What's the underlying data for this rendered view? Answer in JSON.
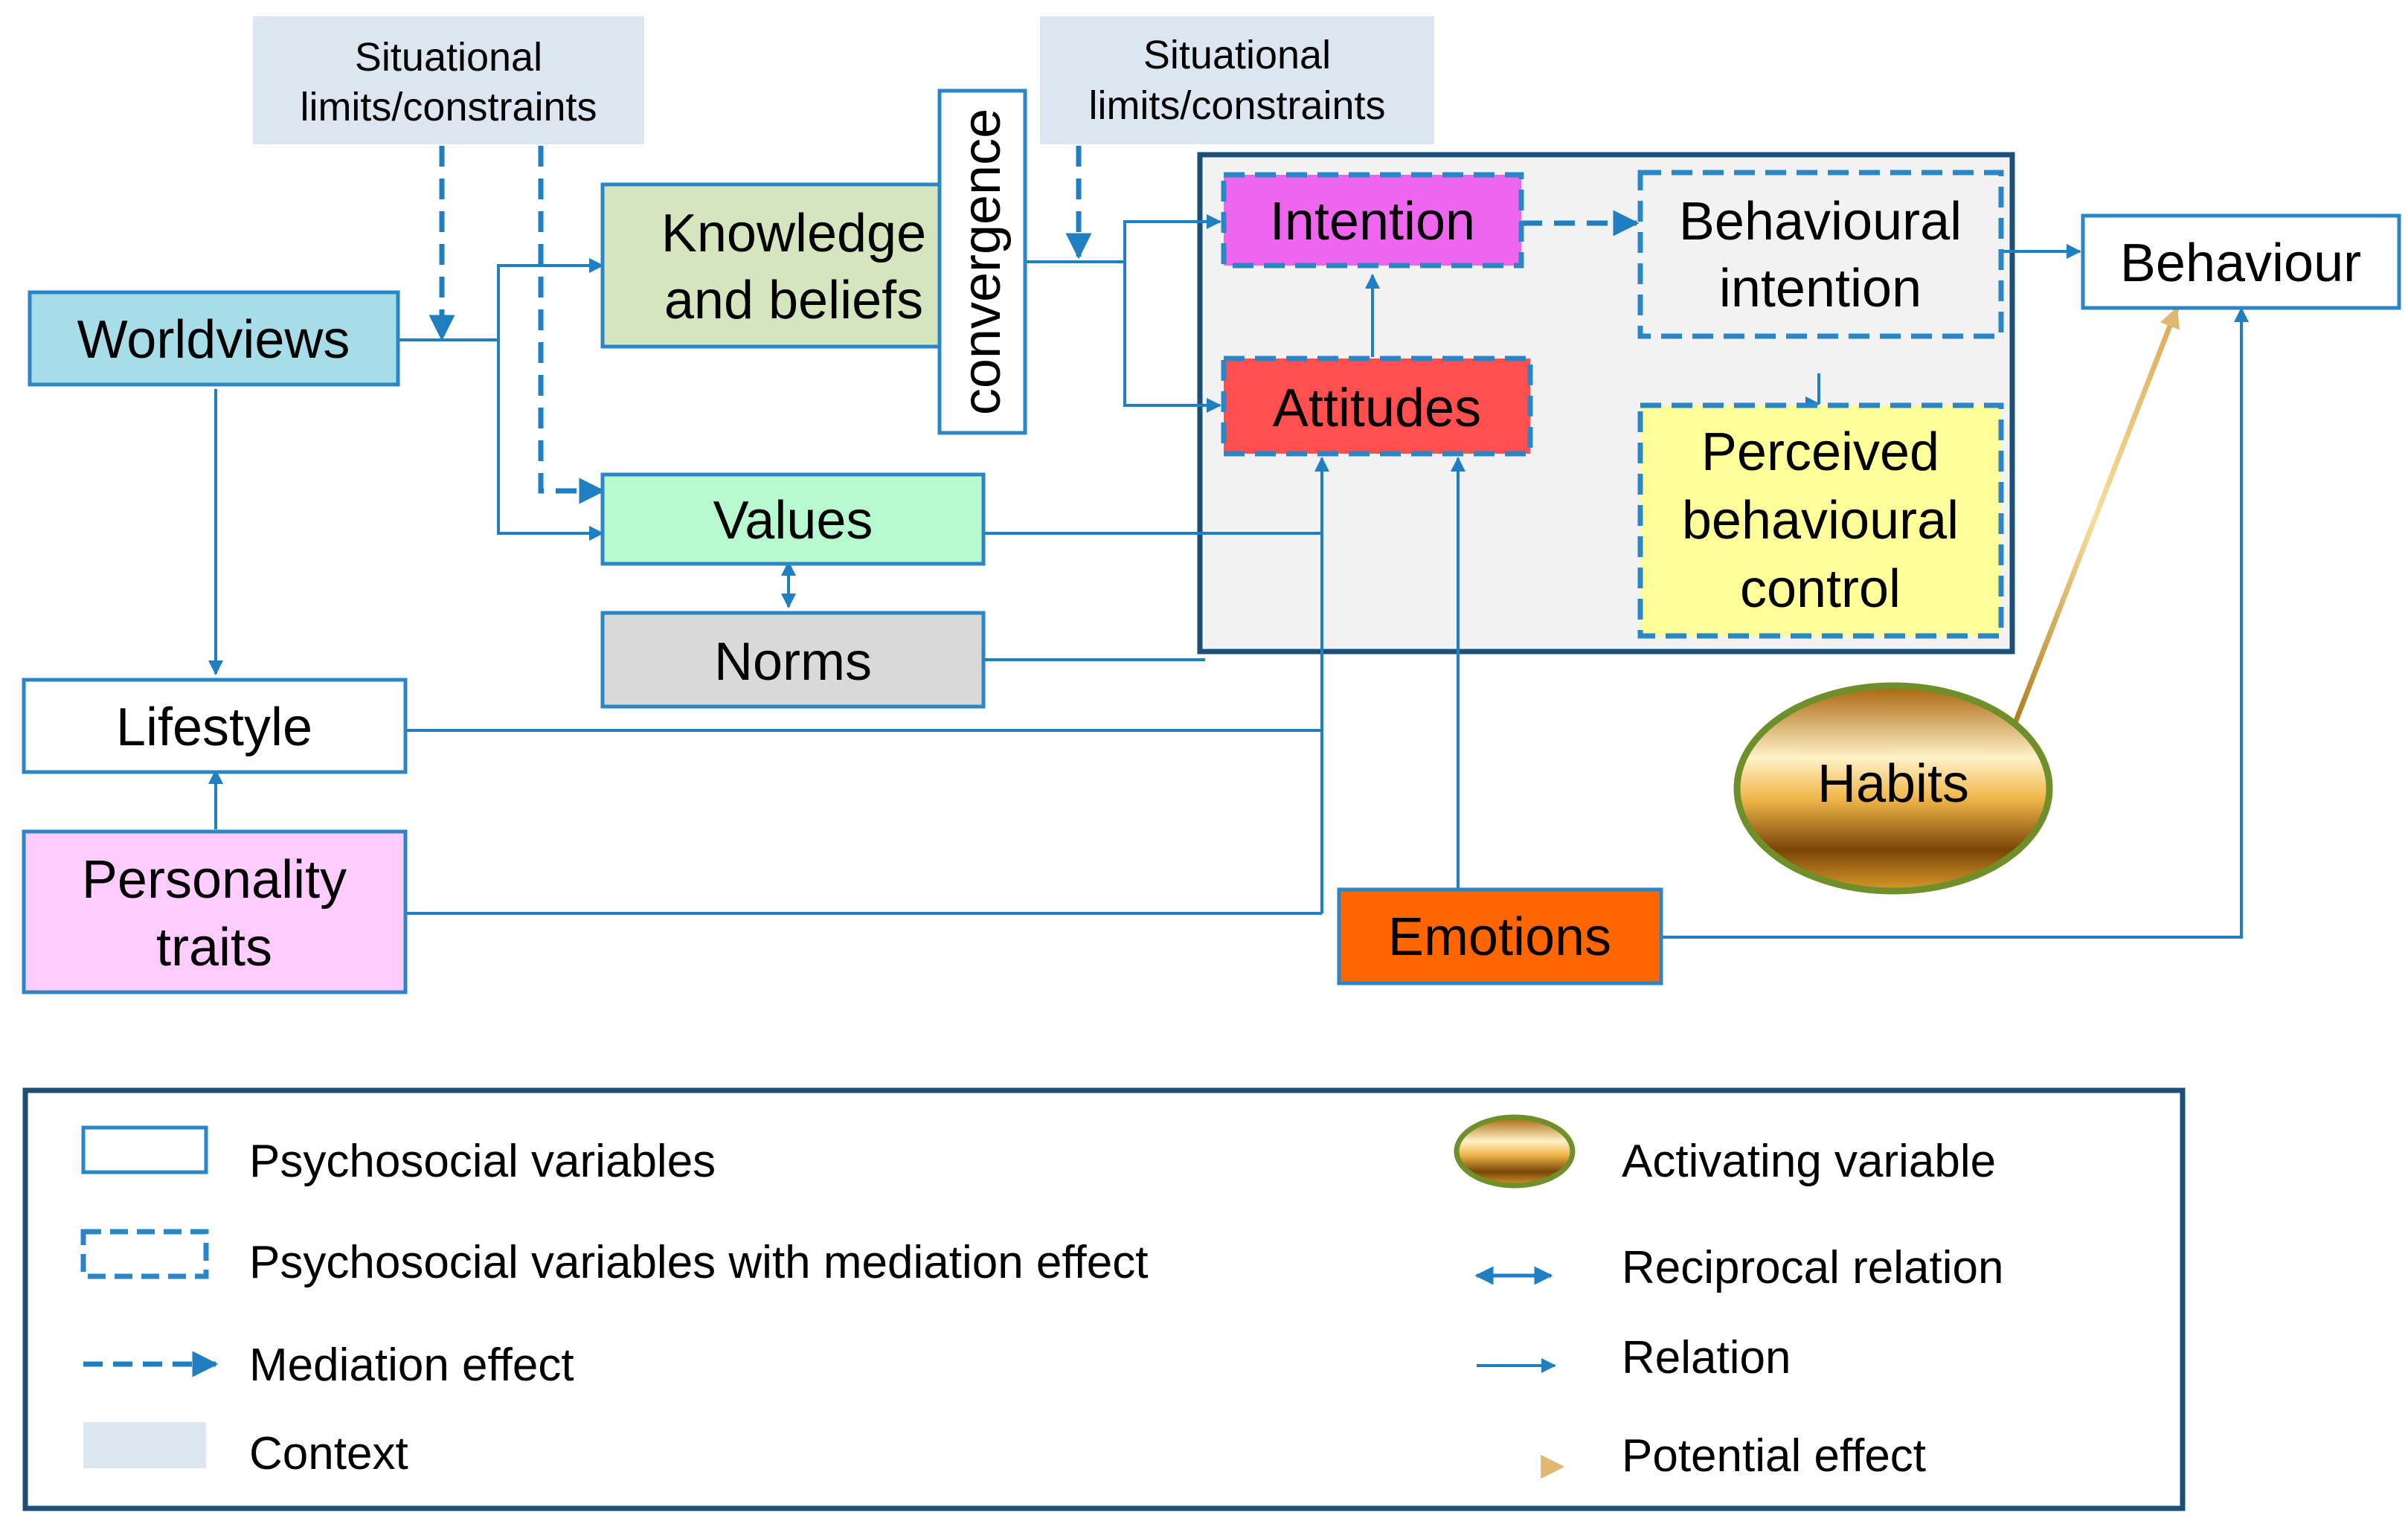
{
  "colors": {
    "line_blue": "#1f7fc0",
    "border_blue": "#2a86c6",
    "frame_navy": "#1b4f7a",
    "context_fill": "#dbe6f0",
    "worldviews_fill": "#a6dde9",
    "knowledge_fill": "#d5e6bf",
    "values_fill": "#b8fad0",
    "norms_fill": "#d9d9d9",
    "personality_fill": "#ffccff",
    "intention_fill": "#ee66ee",
    "attitudes_fill": "#ff4f4f",
    "pbc_fill": "#ffff99",
    "emotions_fill": "#ff6600",
    "core_panel_fill": "#f2f2f2",
    "habits_gold": "#c98a1a",
    "habits_ring": "#6f8f2a"
  },
  "context": {
    "left": {
      "line1": "Situational",
      "line2": "limits/constraints"
    },
    "right": {
      "line1": "Situational",
      "line2": "limits/constraints"
    }
  },
  "nodes": {
    "worldviews": "Worldviews",
    "knowledge": {
      "line1": "Knowledge",
      "line2": "and beliefs"
    },
    "convergence": "convergence",
    "values": "Values",
    "norms": "Norms",
    "lifestyle": "Lifestyle",
    "personality": {
      "line1": "Personality",
      "line2": "traits"
    },
    "intention": "Intention",
    "behavioural_intention": {
      "line1": "Behavioural",
      "line2": "intention"
    },
    "attitudes": "Attitudes",
    "pbc": {
      "line1": "Perceived",
      "line2": "behavioural",
      "line3": "control"
    },
    "behaviour": "Behaviour",
    "habits": "Habits",
    "emotions": "Emotions"
  },
  "legend": {
    "psychosocial": "Psychosocial variables",
    "psychosocial_mediation": "Psychosocial variables with mediation effect",
    "mediation_effect": "Mediation effect",
    "context": "Context",
    "activating": "Activating variable",
    "reciprocal": "Reciprocal relation",
    "relation": "Relation",
    "potential": "Potential effect"
  }
}
